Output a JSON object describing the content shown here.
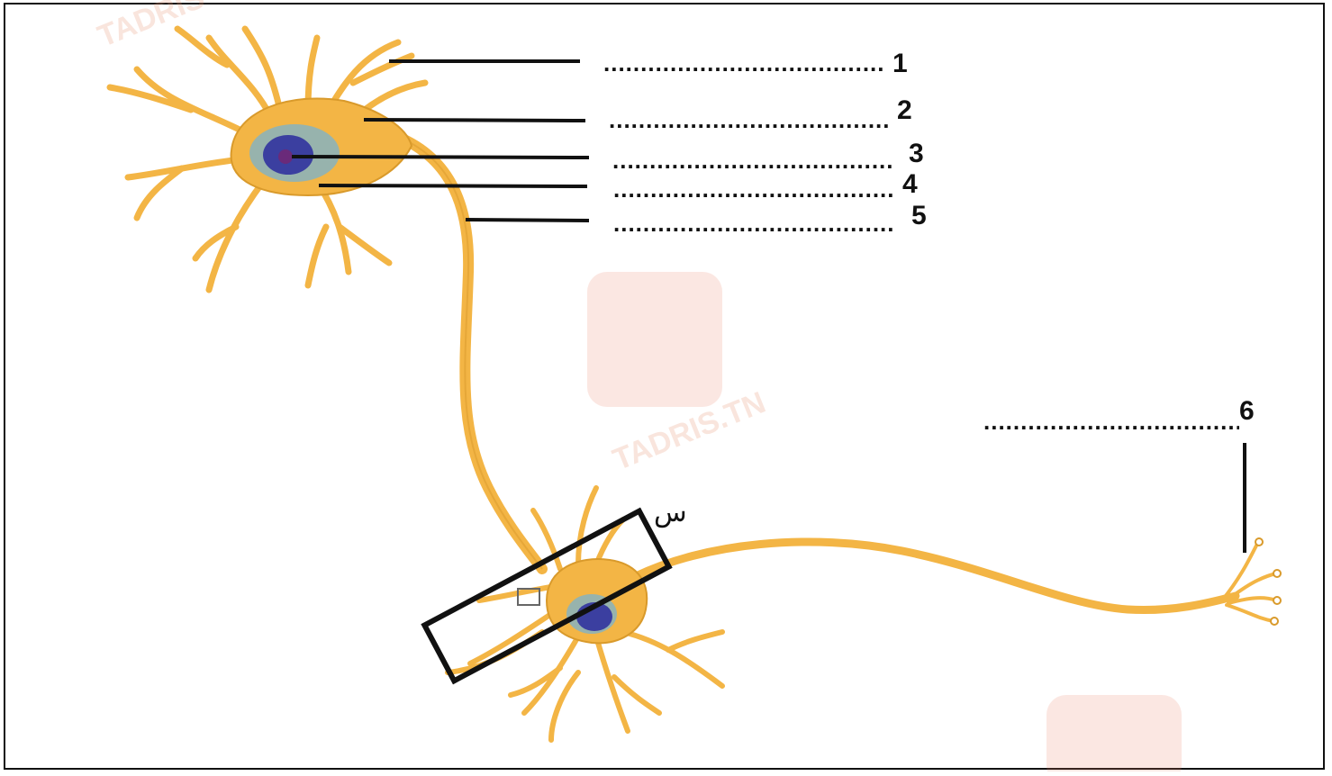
{
  "diagram": {
    "labels": [
      {
        "number": "1",
        "blank": "........................................"
      },
      {
        "number": "2",
        "blank": "........................................"
      },
      {
        "number": "3",
        "blank": "........................................"
      },
      {
        "number": "4",
        "blank": "........................................"
      },
      {
        "number": "5",
        "blank": "........................................"
      },
      {
        "number": "6",
        "blank": "........................................"
      }
    ],
    "box_label": "س",
    "watermarks": [
      "TADRIS.TN",
      "TADRIS"
    ]
  },
  "colors": {
    "neuron_fill": "#f3b545",
    "neuron_stroke": "#d99a2b",
    "nucleus": "#3b3fa0",
    "lines": "#111111"
  }
}
